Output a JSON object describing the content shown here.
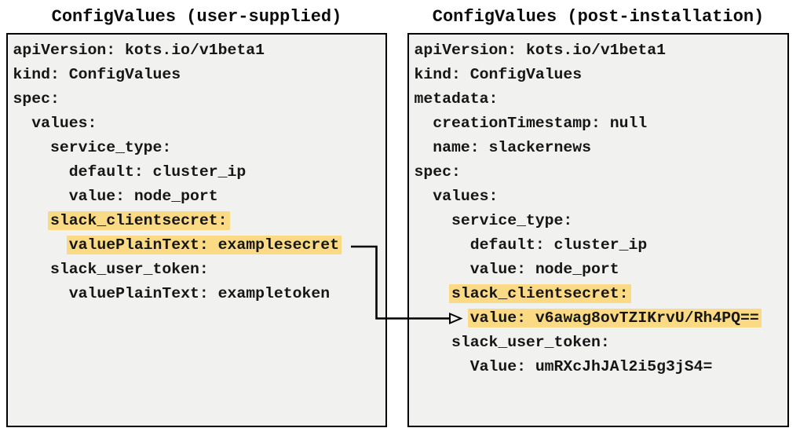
{
  "colors": {
    "highlight": "#fada85",
    "panel_bg": "#f1f1ef",
    "border_color": "#000000"
  },
  "left_panel": {
    "title": "ConfigValues (user-supplied)",
    "lines": [
      {
        "indent": 0,
        "text": "apiVersion: kots.io/v1beta1",
        "highlight": false
      },
      {
        "indent": 0,
        "text": "kind: ConfigValues",
        "highlight": false
      },
      {
        "indent": 0,
        "text": "spec:",
        "highlight": false
      },
      {
        "indent": 1,
        "text": "values:",
        "highlight": false
      },
      {
        "indent": 2,
        "text": "service_type:",
        "highlight": false
      },
      {
        "indent": 3,
        "text": "default: cluster_ip",
        "highlight": false
      },
      {
        "indent": 3,
        "text": "value: node_port",
        "highlight": false
      },
      {
        "indent": 2,
        "text": "slack_clientsecret:",
        "highlight": true
      },
      {
        "indent": 3,
        "text": "valuePlainText: examplesecret",
        "highlight": true
      },
      {
        "indent": 2,
        "text": "slack_user_token:",
        "highlight": false
      },
      {
        "indent": 3,
        "text": "valuePlainText: exampletoken",
        "highlight": false
      }
    ]
  },
  "right_panel": {
    "title": "ConfigValues (post-installation)",
    "lines": [
      {
        "indent": 0,
        "text": "apiVersion: kots.io/v1beta1",
        "highlight": false
      },
      {
        "indent": 0,
        "text": "kind: ConfigValues",
        "highlight": false
      },
      {
        "indent": 0,
        "text": "metadata:",
        "highlight": false
      },
      {
        "indent": 1,
        "text": "creationTimestamp: null",
        "highlight": false
      },
      {
        "indent": 1,
        "text": "name: slackernews",
        "highlight": false
      },
      {
        "indent": 0,
        "text": "spec:",
        "highlight": false
      },
      {
        "indent": 1,
        "text": "values:",
        "highlight": false
      },
      {
        "indent": 2,
        "text": "service_type:",
        "highlight": false
      },
      {
        "indent": 3,
        "text": "default: cluster_ip",
        "highlight": false
      },
      {
        "indent": 3,
        "text": "value: node_port",
        "highlight": false
      },
      {
        "indent": 2,
        "text": "slack_clientsecret:",
        "highlight": true
      },
      {
        "indent": 3,
        "text": "value: v6awag8ovTZIKrvU/Rh4PQ==",
        "highlight": true
      },
      {
        "indent": 2,
        "text": "slack_user_token:",
        "highlight": false
      },
      {
        "indent": 3,
        "text": "Value: umRXcJhJAl2i5g3jS4=",
        "highlight": false
      }
    ]
  }
}
